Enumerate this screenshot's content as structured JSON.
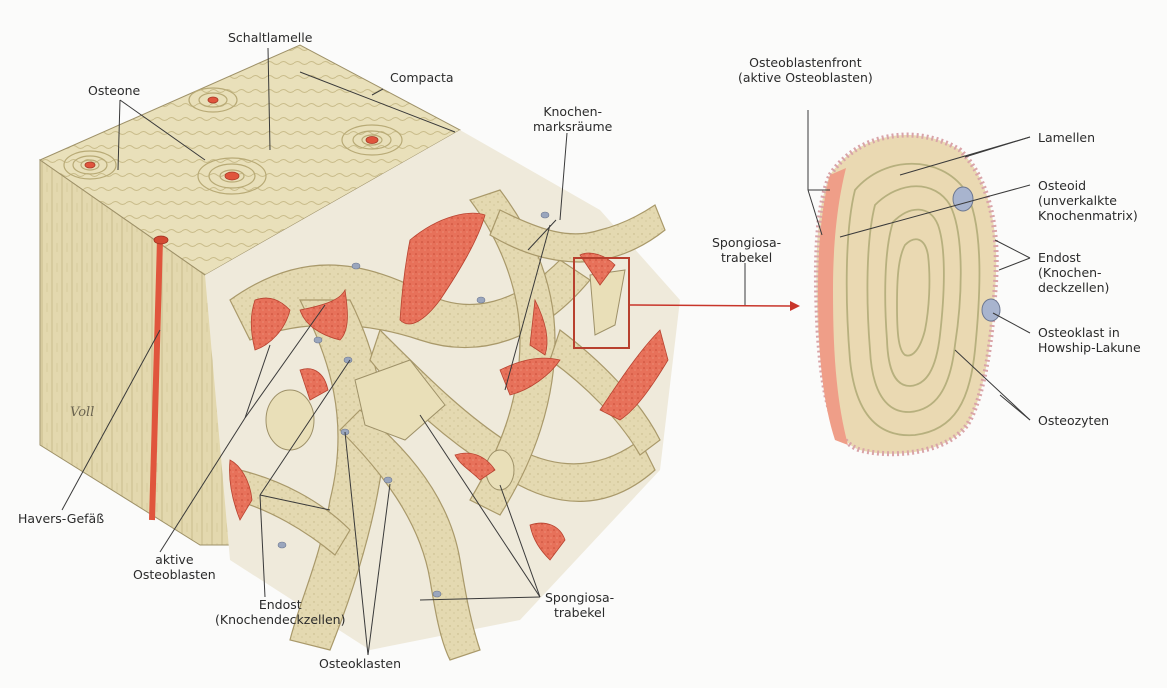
{
  "labels": {
    "osteone": "Osteone",
    "schaltlamelle": "Schaltlamelle",
    "compacta": "Compacta",
    "knochenmarksraeume": [
      "Knochen-",
      "marksräume"
    ],
    "spongiosa_trabekel_mid": [
      "Spongiosa-",
      "trabekel"
    ],
    "havers_gefaess": "Havers-Gefäß",
    "aktive_osteoblasten": [
      "aktive",
      "Osteoblasten"
    ],
    "endost_left": [
      "Endost",
      "(Knochendeckzellen)"
    ],
    "osteoklasten": "Osteoklasten",
    "spongiosa_trabekel_bottom": [
      "Spongiosa-",
      "trabekel"
    ],
    "osteoblastenfront": [
      "Osteoblastenfront",
      "(aktive Osteoblasten)"
    ],
    "lamellen": "Lamellen",
    "osteoid": [
      "Osteoid",
      "(unverkalkte",
      "Knochenmatrix)"
    ],
    "endost_right": [
      "Endost",
      "(Knochen-",
      "deckzellen)"
    ],
    "osteoklast": [
      "Osteoklast in",
      "Howship-Lakune"
    ],
    "osteozyten": "Osteozyten",
    "signature": "Voll"
  },
  "colors": {
    "bone": "#e6dcb4",
    "bone_dark": "#cbbf8f",
    "bone_shadow": "#b9ac7a",
    "osteoid": "#e8866e",
    "vessel": "#e0553d",
    "cell": "#9aa6bd",
    "line": "#444444",
    "arrow": "#c8352a"
  }
}
